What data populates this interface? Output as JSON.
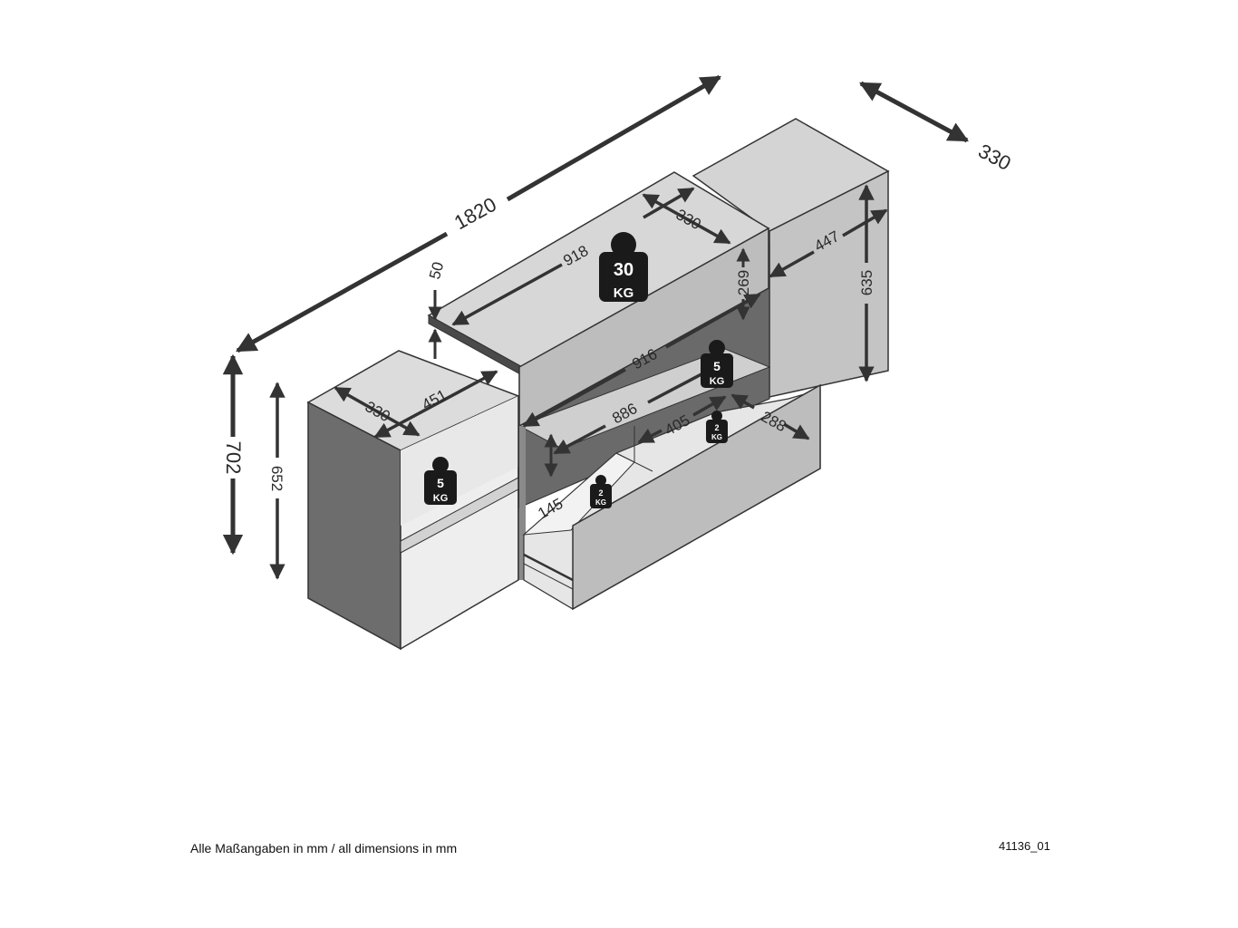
{
  "diagram": {
    "overall": {
      "width": "1820",
      "height": "702",
      "depth": "330"
    },
    "left_cabinet": {
      "height": "652",
      "depth": "330",
      "width": "451"
    },
    "center": {
      "top_thickness": "50",
      "top_length": "918",
      "top_depth": "330",
      "upper_height": "269",
      "shelf_width": "916",
      "inner_width": "886",
      "drawer_inner": "405",
      "drawer_depth": "288",
      "drawer_height": "145"
    },
    "right_cabinet": {
      "width": "447",
      "height": "635"
    },
    "weights": {
      "top": {
        "value": "30",
        "unit": "KG"
      },
      "center_shelf": {
        "value": "5",
        "unit": "KG"
      },
      "left_shelf": {
        "value": "5",
        "unit": "KG"
      },
      "drawer_left": {
        "value": "2",
        "unit": "KG"
      },
      "drawer_right": {
        "value": "2",
        "unit": "KG"
      }
    }
  },
  "footer": {
    "note": "Alle Maßangaben in mm / all dimensions in mm",
    "code": "41136_01"
  }
}
